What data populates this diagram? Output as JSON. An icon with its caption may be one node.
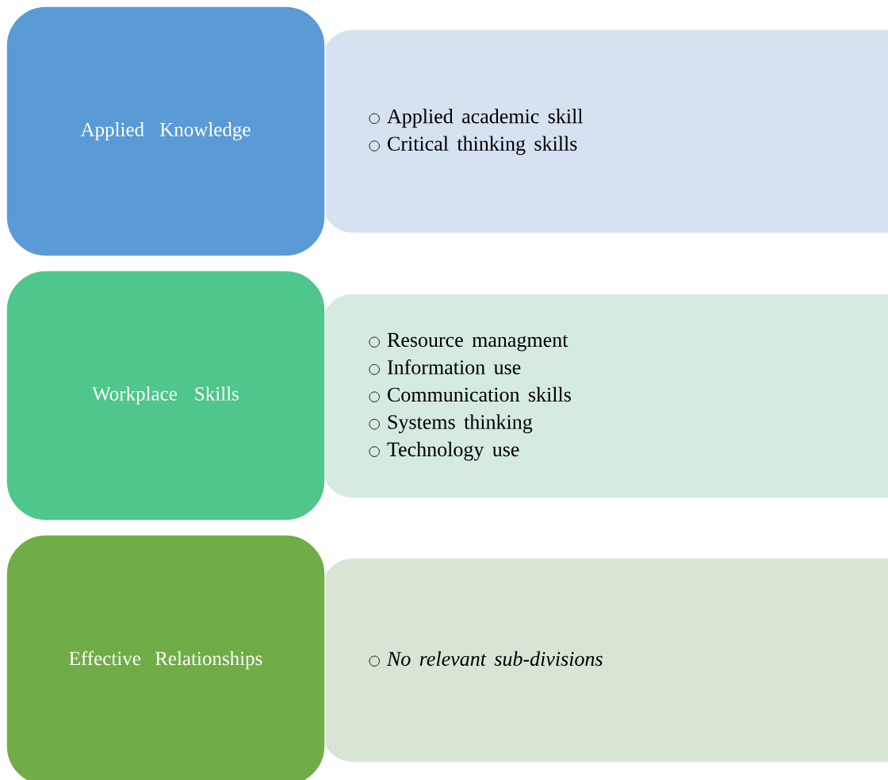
{
  "diagram": {
    "nodes": [
      {
        "text": [
          "Applied Knowledge"
        ]
      },
      {
        "text": [
          "Applied academic skill",
          "Critical thinking skills"
        ]
      },
      {
        "text": [
          "Workplace Skills"
        ]
      },
      {
        "text": [
          "Resource managment",
          "Information use",
          "Communication skills",
          "Systems thinking",
          "Technology use"
        ]
      },
      {
        "text": [
          "Effective Relationships"
        ]
      },
      {
        "text": [
          "*No relevant sub-divisions*"
        ]
      }
    ]
  }
}
